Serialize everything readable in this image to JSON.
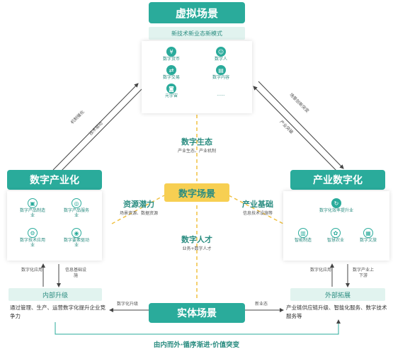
{
  "virtual": {
    "title": "虚拟场景",
    "subtitle": "新技术新业态新模式",
    "items": [
      "数字货币",
      "数字人",
      "数字交易",
      "数字内容",
      "元宇宙",
      "......"
    ]
  },
  "industrialization": {
    "title": "数字产业化",
    "items": [
      "数字产品制造业",
      "数字产品服务业",
      "数字技术应用业",
      "数字要素驱动业"
    ]
  },
  "digitalization": {
    "title": "产业数字化",
    "top_label": "数字化效率提升业",
    "items": [
      "智能制造",
      "智慧农业",
      "数字文旅"
    ]
  },
  "center": {
    "title": "数字场景",
    "ecology": "数字生态",
    "ecology_sub": "产业生态、产业机制",
    "talent": "数字人才",
    "talent_sub": "业务+数字人才",
    "resource": "资源潜力",
    "resource_sub": "场景资源、数据资源",
    "foundation": "产业基础",
    "foundation_sub": "信息技术设施等"
  },
  "entity": {
    "title": "实体场景"
  },
  "inner": {
    "title": "内部升级",
    "text": "通过管理、生产、运营数字化提升企业竞争力",
    "left_label": "数字化应用",
    "right_label": "信息基础设施"
  },
  "outer": {
    "title": "外部拓展",
    "text": "产业链供应链升级、智能化服务、数字技术服务等",
    "left_label": "数字化应用",
    "right_label": "数字产业上下游"
  },
  "arrows": {
    "left_up": "机制催化",
    "left_down": "技术驱动",
    "right_down": "场景创新突变",
    "right_up": "产业突破",
    "bottom_left": "数字化升级",
    "bottom_right": "新业态"
  },
  "footer": "由内而外·循序渐进·价值突变",
  "colors": {
    "teal": "#2aab9b",
    "pale": "#e1f3ef",
    "dash": "#f0c040"
  }
}
